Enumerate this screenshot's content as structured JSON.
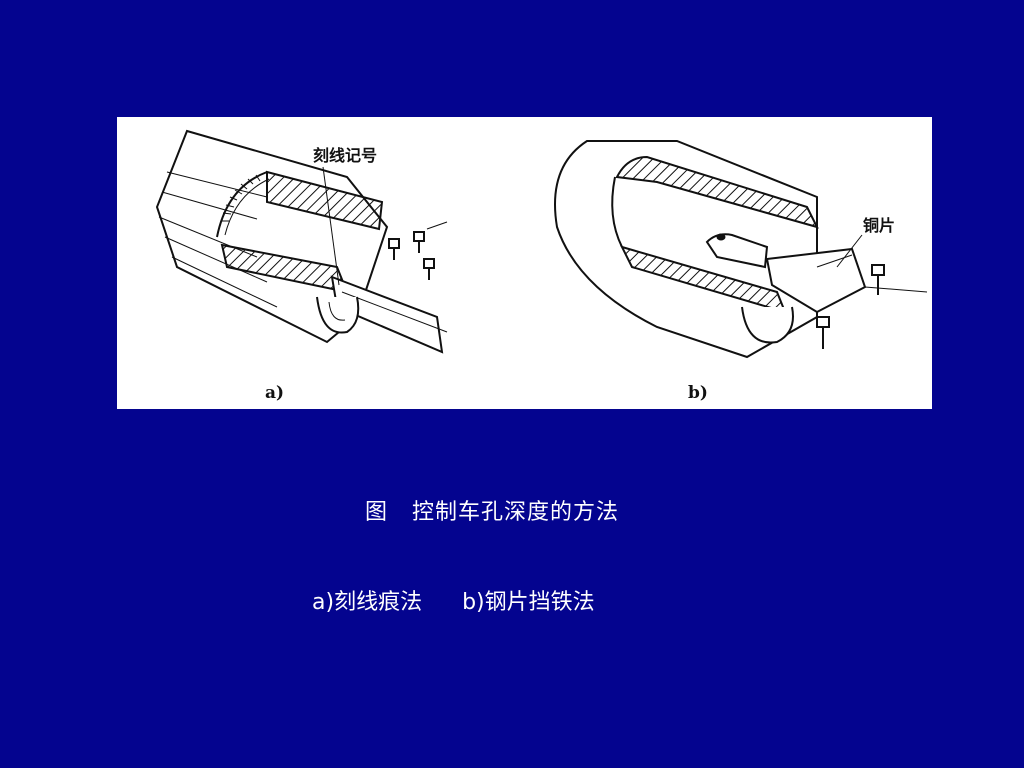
{
  "figure": {
    "panel_a": {
      "label": "a)",
      "callout": "刻线记号"
    },
    "panel_b": {
      "label": "b)",
      "callout": "铜片"
    }
  },
  "caption": {
    "prefix": "图",
    "title": "控制车孔深度的方法"
  },
  "subcaption": {
    "a": "a)刻线痕法",
    "b": "b)钢片挡铁法"
  },
  "colors": {
    "background": "#04048f",
    "figure_bg": "#ffffff",
    "text": "#ffffff"
  }
}
